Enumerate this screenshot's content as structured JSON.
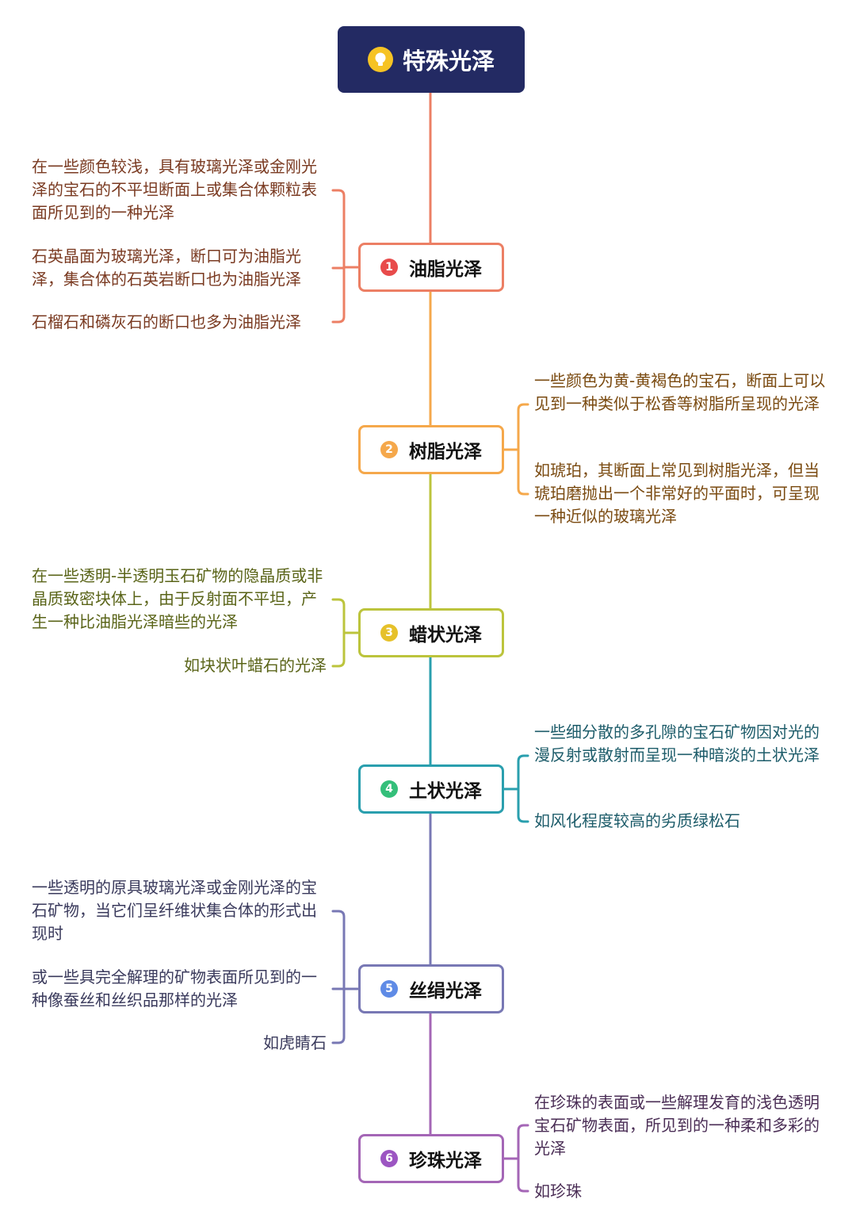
{
  "root": {
    "label": "特殊光泽",
    "icon": "lightbulb-icon",
    "bg_color": "#232a63",
    "icon_color": "#f6c324"
  },
  "topics": [
    {
      "number": "1",
      "label": "油脂光泽",
      "color": "#ec7f64",
      "number_color": "#e84b4b",
      "text_color": "#7a3a21",
      "notes": [
        "在一些颜色较浅，具有玻璃光泽或金刚光泽的宝石的不平坦断面上或集合体颗粒表面所见到的一种光泽",
        "石英晶面为玻璃光泽，断口可为油脂光泽，集合体的石英岩断口也为油脂光泽",
        "石榴石和磷灰石的断口也多为油脂光泽"
      ]
    },
    {
      "number": "2",
      "label": "树脂光泽",
      "color": "#f5a84b",
      "number_color": "#f5a84b",
      "text_color": "#7a4a10",
      "notes": [
        "一些颜色为黄-黄褐色的宝石，断面上可以见到一种类似于松香等树脂所呈现的光泽",
        "如琥珀，其断面上常见到树脂光泽，但当琥珀磨抛出一个非常好的平面时，可呈现一种近似的玻璃光泽"
      ]
    },
    {
      "number": "3",
      "label": "蜡状光泽",
      "color": "#bcc43c",
      "number_color": "#e6c12a",
      "text_color": "#5a6418",
      "notes": [
        "在一些透明-半透明玉石矿物的隐晶质或非晶质致密块体上，由于反射面不平坦，产生一种比油脂光泽暗些的光泽",
        "如块状叶蜡石的光泽"
      ]
    },
    {
      "number": "4",
      "label": "土状光泽",
      "color": "#2a9fae",
      "number_color": "#34bf7a",
      "text_color": "#1d5c6a",
      "notes": [
        "一些细分散的多孔隙的宝石矿物因对光的漫反射或散射而呈现一种暗淡的土状光泽",
        "如风化程度较高的劣质绿松石"
      ]
    },
    {
      "number": "5",
      "label": "丝绢光泽",
      "color": "#7878b4",
      "number_color": "#5f8be6",
      "text_color": "#3a3a5c",
      "notes": [
        "一些透明的原具玻璃光泽或金刚光泽的宝石矿物，当它们呈纤维状集合体的形式出现时",
        "或一些具完全解理的矿物表面所见到的一种像蚕丝和丝织品那样的光泽",
        "如虎睛石"
      ]
    },
    {
      "number": "6",
      "label": "珍珠光泽",
      "color": "#a466b6",
      "number_color": "#9c55c2",
      "text_color": "#4a2d55",
      "notes": [
        "在珍珠的表面或一些解理发育的浅色透明宝石矿物表面，所见到的一种柔和多彩的光泽",
        "如珍珠"
      ]
    }
  ]
}
